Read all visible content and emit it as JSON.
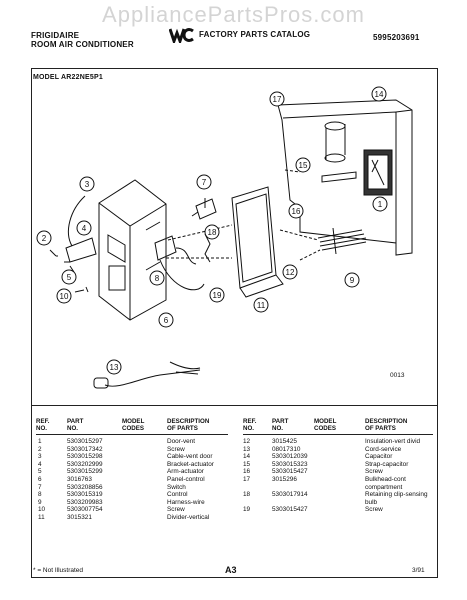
{
  "watermark": "AppliancePartsPros.com",
  "header": {
    "brand": "FRIGIDAIRE",
    "product": "ROOM AIR CONDITIONER",
    "catalog_title": "FACTORY PARTS CATALOG",
    "catalog_number": "5995203691",
    "logo_text": "WCI"
  },
  "model_label": "MODEL AR22NE5P1",
  "diagram": {
    "callouts": [
      "1",
      "2",
      "3",
      "4",
      "5",
      "6",
      "7",
      "8",
      "9",
      "10",
      "11",
      "12",
      "13",
      "14",
      "15",
      "16",
      "17",
      "18",
      "19"
    ],
    "code": "0013"
  },
  "table": {
    "headers": {
      "ref": "REF.\nNO.",
      "part": "PART\nNO.",
      "model": "MODEL\nCODES",
      "desc": "DESCRIPTION\nOF PARTS"
    },
    "left_rows": [
      {
        "ref": "1",
        "part": "5303015297",
        "desc": "Door-vent"
      },
      {
        "ref": "2",
        "part": "5303017342",
        "desc": "Screw"
      },
      {
        "ref": "3",
        "part": "5303015298",
        "desc": "Cable-vent door"
      },
      {
        "ref": "4",
        "part": "5303202999",
        "desc": "Bracket-actuator"
      },
      {
        "ref": "5",
        "part": "5303015299",
        "desc": "Arm-actuator"
      },
      {
        "ref": "6",
        "part": "3016763",
        "desc": "Panel-control"
      },
      {
        "ref": "7",
        "part": "5303208856",
        "desc": "Switch"
      },
      {
        "ref": "8",
        "part": "5303015319",
        "desc": "Control"
      },
      {
        "ref": "9",
        "part": "5303209983",
        "desc": "Harness-wire"
      },
      {
        "ref": "10",
        "part": "5303007754",
        "desc": "Screw"
      },
      {
        "ref": "11",
        "part": "3015321",
        "desc": "Divider-vertical"
      }
    ],
    "right_rows": [
      {
        "ref": "12",
        "part": "3015425",
        "desc": "Insulation-vert divid"
      },
      {
        "ref": "13",
        "part": "08017310",
        "desc": "Cord-service"
      },
      {
        "ref": "14",
        "part": "5303012039",
        "desc": "Capacitor"
      },
      {
        "ref": "15",
        "part": "5303015323",
        "desc": "Strap-capacitor"
      },
      {
        "ref": "16",
        "part": "5303015427",
        "desc": "Screw"
      },
      {
        "ref": "17",
        "part": "3015296",
        "desc": "Bulkhead-cont\ncompartment"
      },
      {
        "ref": "18",
        "part": "5303017914",
        "desc": "Retaining clip-sensing\nbulb"
      },
      {
        "ref": "19",
        "part": "5303015427",
        "desc": "Screw"
      }
    ]
  },
  "footer": {
    "note": "* = Not Illustrated",
    "page": "A3",
    "date": "3/91"
  }
}
